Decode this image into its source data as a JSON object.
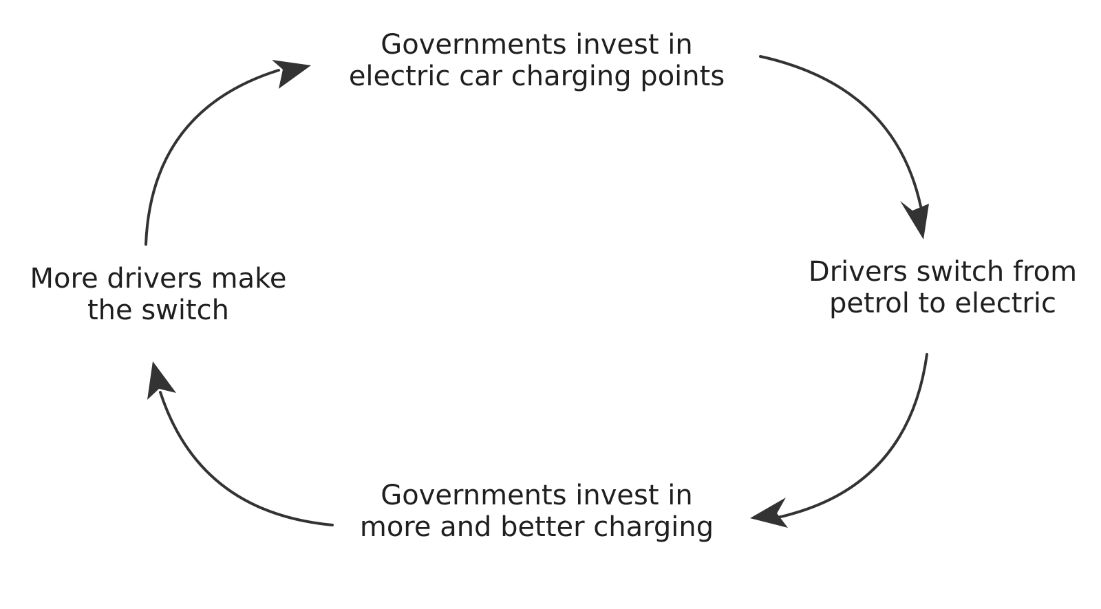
{
  "diagram": {
    "type": "cycle",
    "direction": "clockwise",
    "stroke_color": "#333333",
    "text_color": "#1f1f1f",
    "nodes": [
      {
        "id": "top",
        "lines": [
          "Governments invest in",
          "electric car charging points"
        ]
      },
      {
        "id": "right",
        "lines": [
          "Drivers switch from",
          "petrol to electric"
        ]
      },
      {
        "id": "bottom",
        "lines": [
          "Governments invest in",
          "more and better charging"
        ]
      },
      {
        "id": "left",
        "lines": [
          "More drivers make",
          "the switch"
        ]
      }
    ],
    "arrows": [
      {
        "from": "top",
        "to": "right"
      },
      {
        "from": "right",
        "to": "bottom"
      },
      {
        "from": "bottom",
        "to": "left"
      },
      {
        "from": "left",
        "to": "top"
      }
    ]
  }
}
